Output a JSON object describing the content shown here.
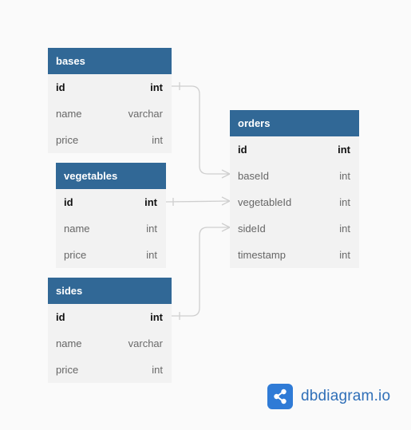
{
  "tables": {
    "bases": {
      "name": "bases",
      "columns": [
        {
          "name": "id",
          "type": "int",
          "pk": true
        },
        {
          "name": "name",
          "type": "varchar",
          "pk": false
        },
        {
          "name": "price",
          "type": "int",
          "pk": false
        }
      ]
    },
    "vegetables": {
      "name": "vegetables",
      "columns": [
        {
          "name": "id",
          "type": "int",
          "pk": true
        },
        {
          "name": "name",
          "type": "int",
          "pk": false
        },
        {
          "name": "price",
          "type": "int",
          "pk": false
        }
      ]
    },
    "sides": {
      "name": "sides",
      "columns": [
        {
          "name": "id",
          "type": "int",
          "pk": true
        },
        {
          "name": "name",
          "type": "varchar",
          "pk": false
        },
        {
          "name": "price",
          "type": "int",
          "pk": false
        }
      ]
    },
    "orders": {
      "name": "orders",
      "columns": [
        {
          "name": "id",
          "type": "int",
          "pk": true
        },
        {
          "name": "baseId",
          "type": "int",
          "pk": false
        },
        {
          "name": "vegetableId",
          "type": "int",
          "pk": false
        },
        {
          "name": "sideId",
          "type": "int",
          "pk": false
        },
        {
          "name": "timestamp",
          "type": "int",
          "pk": false
        }
      ]
    }
  },
  "relationships": [
    {
      "from": "bases.id",
      "to": "orders.baseId",
      "from_card": "one",
      "to_card": "many"
    },
    {
      "from": "vegetables.id",
      "to": "orders.vegetableId",
      "from_card": "one",
      "to_card": "many"
    },
    {
      "from": "sides.id",
      "to": "orders.sideId",
      "from_card": "one",
      "to_card": "many"
    }
  ],
  "brand": {
    "name": "dbdiagram.io",
    "icon": "share-nodes-icon",
    "color": "#2f7bd6"
  },
  "colors": {
    "header": "#316896",
    "body": "#f2f2f2",
    "connector": "#cfcfcf"
  }
}
